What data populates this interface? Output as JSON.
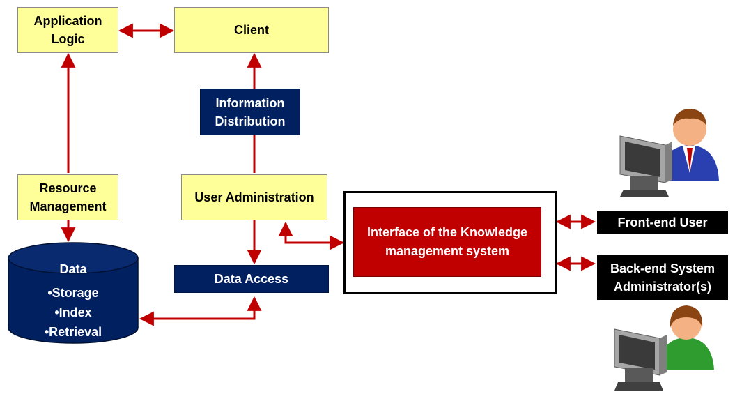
{
  "boxes": {
    "application_logic": "Application Logic",
    "client": "Client",
    "information_distribution": "Information Distribution",
    "resource_management": "Resource Management",
    "user_administration": "User Administration",
    "data_access": "Data Access",
    "interface": "Interface of the Knowledge management system",
    "front_end_user": "Front-end User",
    "back_end_admin": "Back-end System Administrator(s)"
  },
  "data_store": {
    "title": "Data",
    "items": [
      "•Storage",
      "•Index",
      "•Retrieval"
    ]
  },
  "colors": {
    "yellow": "#ffff99",
    "navy": "#002060",
    "arrow": "#c00000",
    "interface": "#c00000",
    "label": "#000000"
  },
  "icons": [
    "front-end-user-icon",
    "back-end-admin-icon"
  ]
}
